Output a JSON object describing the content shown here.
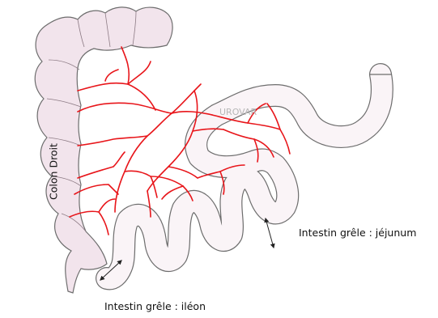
{
  "diagram": {
    "labels": {
      "colon": "Colon Droit",
      "watermark": "UROVAR",
      "jejunum": "Intestin grêle : jéjunum",
      "ileon": "Intestin grêle : iléon"
    },
    "colors": {
      "colon_fill": "#f2e4ec",
      "intestine_fill": "#faf4f7",
      "outline": "#6d6d6d",
      "vessels": "#e8151a",
      "arrows": "#222222"
    }
  }
}
